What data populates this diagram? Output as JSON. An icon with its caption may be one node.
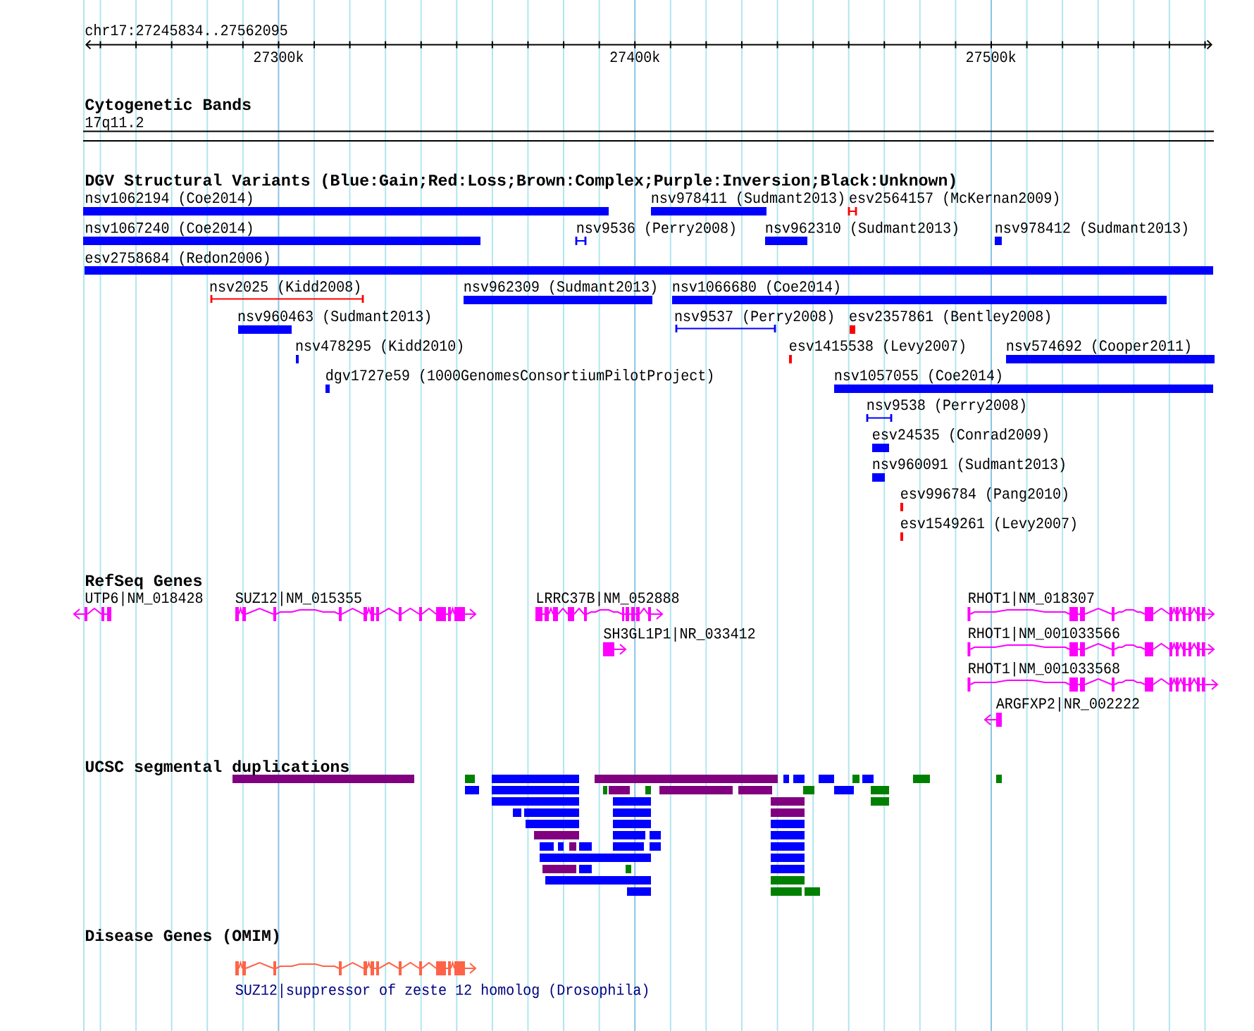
{
  "diagram": {
    "title": "chr17:27245834..27562095",
    "labels": [
      "27300k",
      "27400k",
      "27500k",
      "Cytogenetic Bands",
      "17q11.2",
      "DGV Structural Variants (Blue:Gain;Red:Loss;Brown:Complex;Purple:Inversion;Black:Unknown)",
      "nsv1062194 (Coe2014)",
      "nsv978411 (Sudmant2013)",
      "esv2564157 (McKernan2009)",
      "nsv1067240 (Coe2014)",
      "nsv9536 (Perry2008)",
      "nsv962310 (Sudmant2013)",
      "nsv978412 (Sudmant2013)",
      "esv2758684 (Redon2006)",
      "nsv2025 (Kidd2008)",
      "nsv962309 (Sudmant2013)",
      "nsv1066680 (Coe2014)",
      "nsv960463 (Sudmant2013)",
      "nsv9537 (Perry2008)",
      "esv2357861 (Bentley2008)",
      "nsv478295 (Kidd2010)",
      "esv1415538 (Levy2007)",
      "nsv574692 (Cooper2011)",
      "dgv1727e59 (1000GenomesConsortiumPilotProject)",
      "nsv1057055 (Coe2014)",
      "nsv9538 (Perry2008)",
      "esv24535 (Conrad2009)",
      "nsv960091 (Sudmant2013)",
      "esv996784 (Pang2010)",
      "esv1549261 (Levy2007)",
      "RefSeq Genes",
      "UTP6|NM_018428",
      "SUZ12|NM_015355",
      "LRRC37B|NM_052888",
      "RHOT1|NM_018307",
      "SH3GL1P1|NR_033412",
      "RHOT1|NM_001033566",
      "RHOT1|NM_001033568",
      "ARGFXP2|NR_002222",
      "UCSC segmental duplications",
      "Disease Genes (OMIM)",
      "SUZ12|suppressor of zeste 12 homolog (Drosophila)"
    ]
  }
}
